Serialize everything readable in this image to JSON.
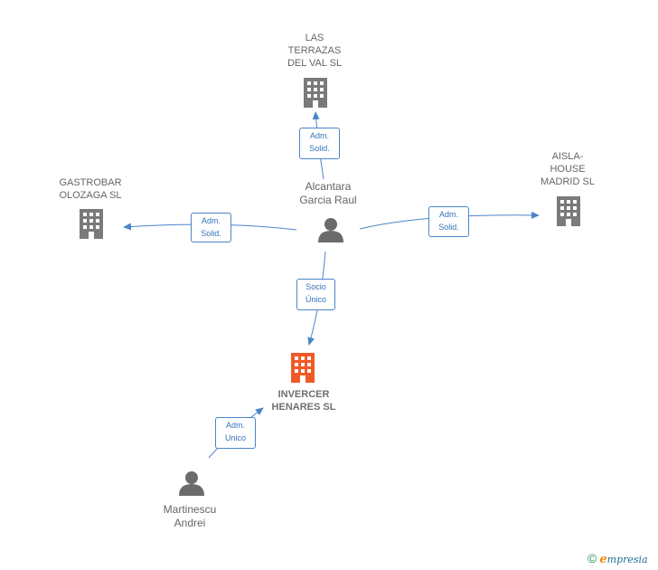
{
  "nodes": {
    "las_terrazas": {
      "label": "LAS\nTERRAZAS\nDEL VAL  SL",
      "kind": "company"
    },
    "gastrobar": {
      "label": "GASTROBAR\nOLOZAGA  SL",
      "kind": "company"
    },
    "aisla_house": {
      "label": "AISLA-\nHOUSE\nMADRID  SL",
      "kind": "company"
    },
    "invercer": {
      "label": "INVERCER\nHENARES  SL",
      "kind": "company-main"
    },
    "alcantara": {
      "label": "Alcantara\nGarcia Raul",
      "kind": "person"
    },
    "martinescu": {
      "label": "Martinescu\nAndrei",
      "kind": "person"
    }
  },
  "edges": {
    "to_las_terrazas": {
      "label": "Adm.\nSolid."
    },
    "to_gastrobar": {
      "label": "Adm.\nSolid."
    },
    "to_aisla_house": {
      "label": "Adm.\nSolid."
    },
    "to_invercer": {
      "label": "Socio\nÚnico"
    },
    "martinescu_to_invercer": {
      "label": "Adm.\nUnico"
    }
  },
  "colors": {
    "company": "#7a7a7a",
    "company_main": "#f05a28",
    "person": "#6b6b6b",
    "edge": "#4a86c8"
  },
  "footer": {
    "copyright": "©",
    "brand_first": "e",
    "brand_rest": "mpresia"
  }
}
